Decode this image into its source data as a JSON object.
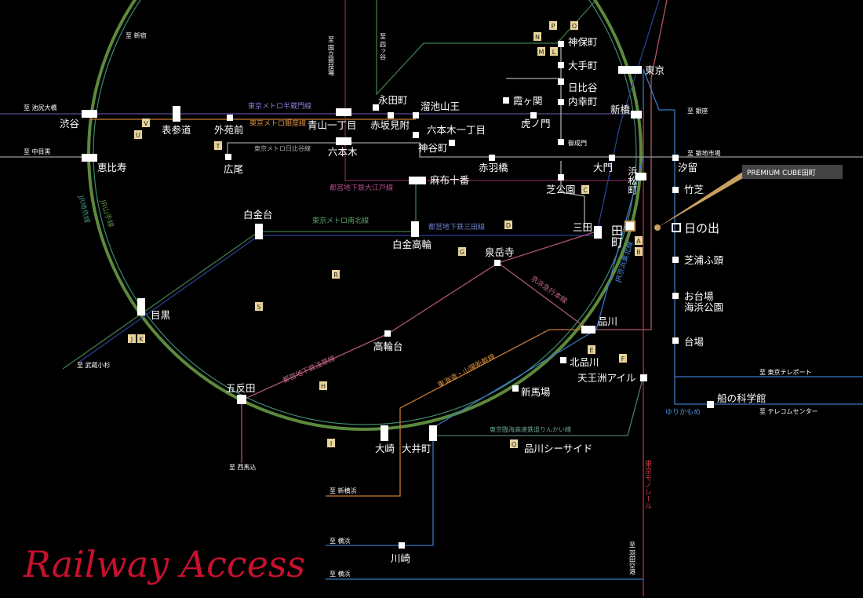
{
  "title": "Railway Access",
  "premium": {
    "label": "PREMIUM CUBE田町",
    "station": "日の出"
  },
  "stations": {
    "shibuya": "渋谷",
    "omotesando": "表参道",
    "gaienmae": "外苑前",
    "aoyama1": "青山一丁目",
    "akasakamitsuke": "赤坂見附",
    "nagatacho": "永田町",
    "tameike": "溜池山王",
    "roppongi1": "六本木一丁目",
    "roppongi": "六本木",
    "kamiyacho": "神谷町",
    "toranomon": "虎ノ門",
    "kasumigaseki": "霞ヶ関",
    "jimbocho": "神保町",
    "otemachi": "大手町",
    "tokyo": "東京",
    "hibiya": "日比谷",
    "uchisaiwaicho": "内幸町",
    "shimbashi": "新橋",
    "onarimon": "御成門",
    "ebisu": "恵比寿",
    "hiroo": "広尾",
    "azabujuban": "麻布十番",
    "akabanebashi": "赤羽橋",
    "daimon": "大門",
    "hamamatsucho": "浜松町",
    "shiodome": "汐留",
    "takeshiba": "竹芝",
    "shibakoen": "芝公園",
    "shirokanedai": "白金台",
    "shirokanetakanawa": "白金高輪",
    "mita": "三田",
    "tamachi": "田町",
    "shibaurafuto": "芝浦ふ頭",
    "sengakuji": "泉岳寺",
    "meguro": "目黒",
    "odaiba": "お台場",
    "odaiba2": "海浜公園",
    "daiba": "台場",
    "shinagawa": "品川",
    "takanawadai": "高輪台",
    "kitashinagawa": "北品川",
    "tennozu": "天王洲アイル",
    "gotanda": "五反田",
    "shinbamba": "新馬場",
    "funenokagakukan": "船の科学館",
    "osaki": "大崎",
    "oimachi": "大井町",
    "shinagawaseaside": "品川シーサイド",
    "kawasaki": "川崎"
  },
  "destinations": {
    "shinjuku": "至 新宿",
    "ikejiriohashi": "至 池尻大橋",
    "nakameguro": "至 中目黒",
    "kokuritsu": "至 国立競技場",
    "yotsuya": "至 四ッ谷",
    "ginza": "至 銀座",
    "tsukiji": "至 築地市場",
    "musashikosugi": "至 武蔵小杉",
    "nishimagome": "至 西馬込",
    "shinyokohama": "至 新横浜",
    "yokohama1": "至 横浜",
    "yokohama2": "至 横浜",
    "haneda": "至 羽田空港",
    "teleport": "至 東京テレポート",
    "telecom": "至 テレコムセンター"
  },
  "lines": {
    "hanzomon": "東京メトロ半蔵門線",
    "ginza": "東京メトロ銀座線",
    "hibiya": "東京メトロ日比谷線",
    "oedo": "都営地下鉄大江戸線",
    "namboku": "東京メトロ南北線",
    "mita": "都営地下鉄三田線",
    "yamanote": "JR山手線",
    "saikyo": "JR埼京線",
    "keihintohoku": "JR京浜東北線",
    "keikyu": "京浜急行本線",
    "asakusa": "都営地下鉄浅草線",
    "tokaido": "東海道・山陽新幹線",
    "rinkai": "東京臨海高速鉄道りんかい線",
    "monorail": "東京モノレール",
    "yurikamome": "ゆりかもめ"
  },
  "badges": [
    "N",
    "P",
    "O",
    "M",
    "L",
    "V",
    "U",
    "T",
    "C",
    "D",
    "G",
    "R",
    "S",
    "J",
    "K",
    "H",
    "I",
    "Q",
    "A",
    "B",
    "E",
    "F"
  ],
  "colors": {
    "yamanote": "#5c8a3c",
    "saikyo": "#3d8a6e",
    "namboku": "#3f7a4a",
    "mita": "#2b3f8f",
    "oedo": "#7a2a5a",
    "asakusa": "#b0566a",
    "hanzomon": "#5a4a9a",
    "ginza": "#c87830",
    "hibiya": "#9a9a9a",
    "keikyu": "#b0566a",
    "tokaido": "#c87830",
    "keihin": "#3a76c4",
    "monorail": "#c0283a",
    "yurikamome": "#3a76c4",
    "rinkai": "#4a7a6a",
    "badge": "#e8d49a",
    "accent": "#c8a060",
    "title": "#c8102e"
  }
}
